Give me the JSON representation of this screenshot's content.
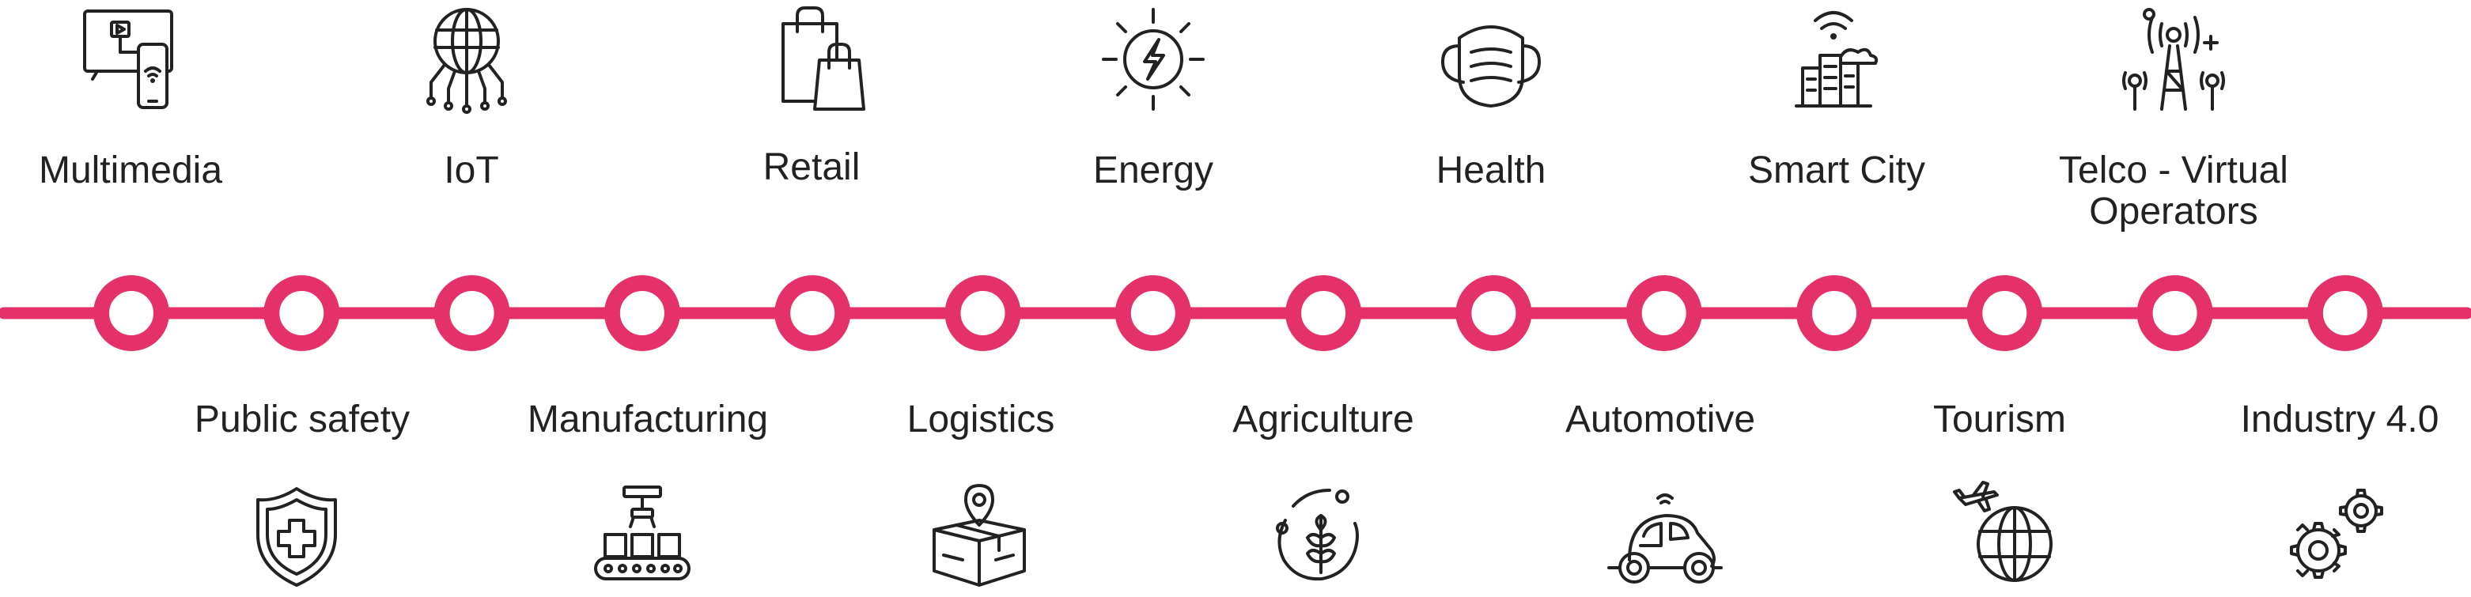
{
  "theme": {
    "line_color": "#E5316A",
    "text_color": "#222222",
    "icon_color": "#222222"
  },
  "timeline": {
    "node_count": 14
  },
  "top_items": [
    {
      "label": "Multimedia",
      "icon": "tv-phone-icon"
    },
    {
      "label": "IoT",
      "icon": "globe-circuit-icon"
    },
    {
      "label": "Retail",
      "icon": "shopping-bags-icon"
    },
    {
      "label": "Energy",
      "icon": "lightning-sun-icon"
    },
    {
      "label": "Health",
      "icon": "face-mask-icon"
    },
    {
      "label": "Smart City",
      "icon": "city-wifi-icon"
    },
    {
      "label": "Telco - Virtual Operators",
      "icon": "antenna-tower-icon"
    }
  ],
  "bottom_items": [
    {
      "label": "Public safety",
      "icon": "shield-cross-icon"
    },
    {
      "label": "Manufacturing",
      "icon": "conveyor-robot-icon"
    },
    {
      "label": "Logistics",
      "icon": "box-location-icon"
    },
    {
      "label": "Agriculture",
      "icon": "wheat-circle-icon"
    },
    {
      "label": "Automotive",
      "icon": "connected-car-icon"
    },
    {
      "label": "Tourism",
      "icon": "plane-globe-icon"
    },
    {
      "label": "Industry 4.0",
      "icon": "gears-icon"
    }
  ]
}
